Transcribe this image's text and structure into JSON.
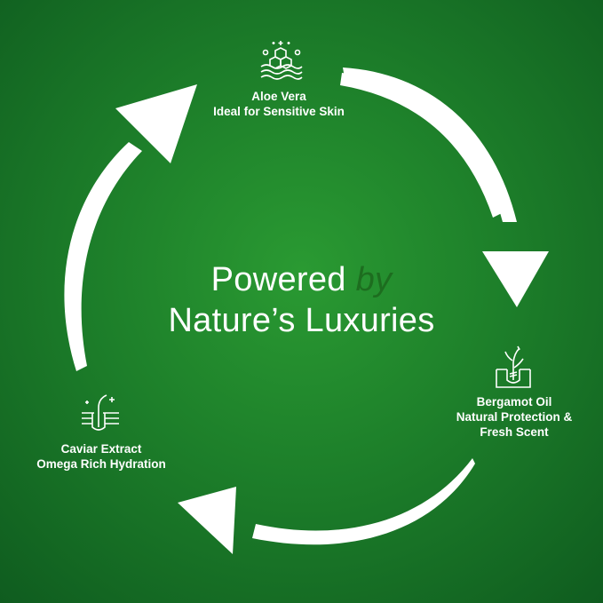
{
  "headline": {
    "part1": "Powered",
    "accent": "by",
    "line2": "Nature’s Luxuries"
  },
  "features": [
    {
      "name": "Aloe Vera",
      "benefit": "Ideal for Sensitive Skin",
      "icon": "skin-cells-icon"
    },
    {
      "name": "Bergamot Oil",
      "benefit_line1": "Natural Protection &",
      "benefit_line2": "Fresh Scent",
      "icon": "hair-follicle-icon"
    },
    {
      "name": "Caviar Extract",
      "benefit": "Omega Rich Hydration",
      "icon": "hair-skin-icon"
    }
  ],
  "colors": {
    "background": "#1d7f2a",
    "accent": "#1d6d1f",
    "text": "#ffffff"
  }
}
